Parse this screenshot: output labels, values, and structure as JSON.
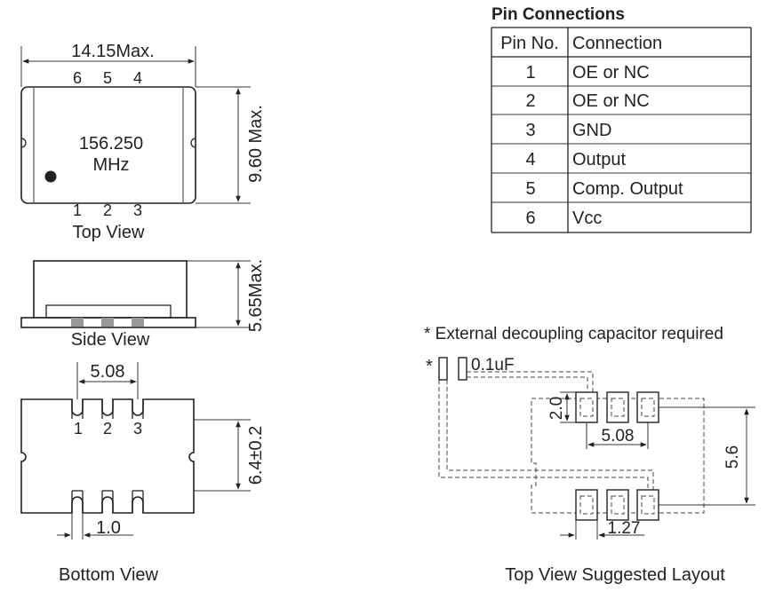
{
  "top_view": {
    "width_dim": "14.15Max.",
    "height_dim": "9.60 Max.",
    "top_pins": [
      "6",
      "5",
      "4"
    ],
    "bottom_pins": [
      "1",
      "2",
      "3"
    ],
    "marking_line1": "156.250",
    "marking_line2": "MHz",
    "caption": "Top View"
  },
  "side_view": {
    "height_dim": "5.65Max.",
    "caption": "Side View"
  },
  "bottom_view": {
    "pitch_dim": "5.08",
    "pins": [
      "1",
      "2",
      "3"
    ],
    "height_dim": "6.4±0.2",
    "pad_width_dim": "1.0",
    "caption": "Bottom View"
  },
  "pin_table": {
    "title": "Pin Connections",
    "headers": [
      "Pin No.",
      "Connection"
    ],
    "rows": [
      [
        "1",
        "OE or NC"
      ],
      [
        "2",
        "OE or NC"
      ],
      [
        "3",
        "GND"
      ],
      [
        "4",
        "Output"
      ],
      [
        "5",
        "Comp. Output"
      ],
      [
        "6",
        "Vcc"
      ]
    ]
  },
  "layout": {
    "note": "* External decoupling capacitor required",
    "cap_marker": "*",
    "cap_value": "0.1uF",
    "dim_pad_height": "2.0",
    "dim_pitch": "5.08",
    "dim_row_spacing": "5.6",
    "dim_pad_width": "1.27",
    "caption": "Top View Suggested Layout"
  }
}
